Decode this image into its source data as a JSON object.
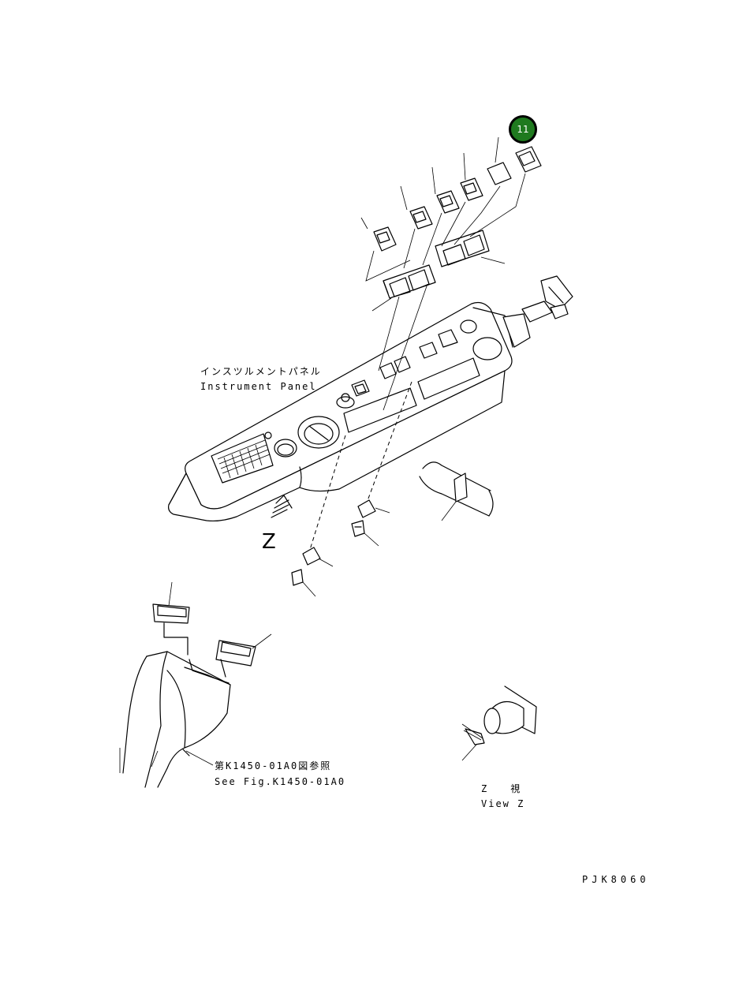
{
  "labels": {
    "instrument_panel_jp": "インスツルメントパネル",
    "instrument_panel_en": "Instrument Panel",
    "see_fig_jp": "第K1450-01A0図参照",
    "see_fig_en": "See Fig.K1450-01A0",
    "view_z_jp": "Z　　視",
    "view_z_en": "View Z",
    "z_marker": "Z",
    "drawing_code": "PJK8060"
  },
  "callouts": [
    {
      "number": "11",
      "color": "#1f7a1f"
    }
  ]
}
